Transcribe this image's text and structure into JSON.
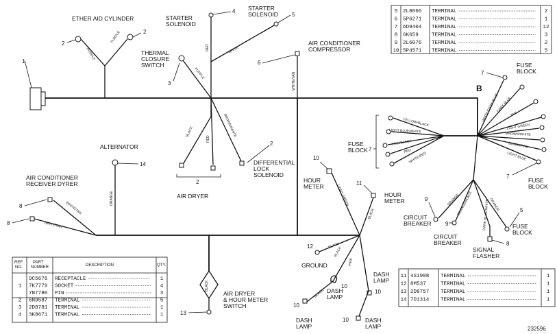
{
  "components": {
    "ether_aid_cylinder": "ETHER AID CYLINDER",
    "starter_solenoid_left": "STARTER\nSOLENOID",
    "starter_solenoid_right": "STARTER\nSOLENOID",
    "thermal_closure_switch": "THERMAL\nCLOSURE\nSWITCH",
    "air_conditioner_compressor": "AIR CONDITIONER\nCOMPRESSOR",
    "alternator": "ALTERNATOR",
    "air_conditioner_receiver_dryer": "AIR CONDITIONER\nRECEIVER DYRER",
    "air_dryer": "AIR DRYER",
    "differential_lock_solenoid": "DIFFERENTIAL\nLOCK\nSOLENOID",
    "hour_meter_left": "HOUR\nMETER",
    "hour_meter_right": "HOUR\nMETER",
    "ground": "GROUND",
    "dash_lamp_1": "DASH\nLAMP",
    "dash_lamp_2": "DASH\nLAMP",
    "dash_lamp_3": "DASH\nLAMP",
    "dash_lamp_4": "DASH\nLAMP",
    "air_dryer_hour_meter_switch": "AIR DRYER\n& HOUR METER\nSWITCH",
    "fuse_block_left": "FUSE\nBLOCK",
    "fuse_block_top_right": "FUSE\nBLOCK",
    "fuse_block_right": "FUSE\nBLOCK",
    "fuse_block_bottom": "FUSE\nBLOCK",
    "circuit_breaker_1": "CIRCUIT\nBREAKER",
    "circuit_breaker_2": "CIRCUIT\nBREAKER",
    "signal_flasher": "SIGNAL\nFLASHER",
    "point_b": "B"
  },
  "wire_labels": {
    "purple_1": "PURPLE",
    "purple_2": "PURPLE",
    "purple_3": "PURPLE",
    "red_1": "RED",
    "white_1": "WHITE",
    "white_tan_1": "WHITE/TAN",
    "black_1": "BLACK",
    "red_2": "RED",
    "brown_white_1": "BROWN/WHITE",
    "orange_1": "ORANGE",
    "white_tan_2": "WHITE/TAN",
    "white_tan_3": "WHITE/TAN",
    "light_green_1": "LIGHT GREEN",
    "black_2": "BLACK",
    "black_3": "BLACK",
    "pink_1": "PINK",
    "black_4": "BLACK",
    "black_5": "BLACK",
    "black_6": "BLACK",
    "yellow_black": "YELLOW/BLACK",
    "light_blue_white": "LIGHT BLUE/WHITE",
    "pink_black": "PINK/BLACK",
    "red_3": "RED",
    "white_red": "WHITE/RED",
    "white_dark_blue": "WHITE/DARK BLUE",
    "dark_blue": "DARK BLUE",
    "tan": "TAN",
    "light_green_2": "LIGHT GREEN",
    "brown_white_2": "BROWN/WHITE",
    "black_pink": "BLACK/PINK",
    "light_blue": "LIGHT BLUE",
    "orange_2": "ORANGE",
    "orange_3": "ORANGE",
    "orange_black": "ORANGE/BLACK",
    "dark_blue_white": "DARK BLUE/WHITE"
  },
  "callouts": {
    "n1": "1",
    "n2a": "2",
    "n2b": "2",
    "n3": "3",
    "n4": "4",
    "n5": "5",
    "n6": "6",
    "n2c": "2",
    "n14": "14",
    "n8a": "8",
    "n8b": "8",
    "n2d": "2",
    "n7a": "7",
    "n7b": "7",
    "n7c": "7",
    "n10a": "10",
    "n11": "11",
    "n12": "12",
    "n10b": "10",
    "n10c": "10",
    "n10d": "10",
    "n10e": "10",
    "n13": "13",
    "n9a": "9",
    "n9b": "9",
    "n5b": "5",
    "n8c": "8"
  },
  "parts_table_main": {
    "headers": [
      "REF. NO.",
      "PART NUMBER",
      "DESCRIPTION",
      "QTY."
    ],
    "rows": [
      {
        "ref": "",
        "part": "9C5676",
        "desc": "RECEPTACLE",
        "qty": "1"
      },
      {
        "ref": "1",
        "part": "7K7779",
        "desc": "SOCKET",
        "qty": "4"
      },
      {
        "ref": "",
        "part": "7N7780",
        "desc": "PIN",
        "qty": "3"
      },
      {
        "ref": "2",
        "part": "6N9587",
        "desc": "TERMINAL",
        "qty": "5"
      },
      {
        "ref": "3",
        "part": "2D8781",
        "desc": "TERMINAL",
        "qty": "1"
      },
      {
        "ref": "4",
        "part": "3K8671",
        "desc": "TERMINAL",
        "qty": "1"
      }
    ]
  },
  "parts_table_top": {
    "rows": [
      {
        "ref": "5",
        "part": "2L8066",
        "desc": "TERMINAL",
        "qty": "2"
      },
      {
        "ref": "6",
        "part": "5P6271",
        "desc": "TERMINAL",
        "qty": "1"
      },
      {
        "ref": "7",
        "part": "6D9404",
        "desc": "TERMINAL",
        "qty": "12"
      },
      {
        "ref": "8",
        "part": "6K659",
        "desc": "TERMINAL",
        "qty": "3"
      },
      {
        "ref": "9",
        "part": "2L6076",
        "desc": "TERMINAL",
        "qty": "2"
      },
      {
        "ref": "10",
        "part": "5P4571",
        "desc": "TERMINAL",
        "qty": "5"
      }
    ]
  },
  "parts_table_bottom": {
    "rows": [
      {
        "ref": "11",
        "part": "4S1988",
        "desc": "TERMINAL",
        "qty": "1"
      },
      {
        "ref": "12",
        "part": "8M537",
        "desc": "TERMINAL",
        "qty": "1"
      },
      {
        "ref": "13",
        "part": "2D8757",
        "desc": "TERMINAL",
        "qty": "1"
      },
      {
        "ref": "14",
        "part": "7D1314",
        "desc": "TERMINAL",
        "qty": "1"
      }
    ]
  },
  "drawing_number": "232596"
}
